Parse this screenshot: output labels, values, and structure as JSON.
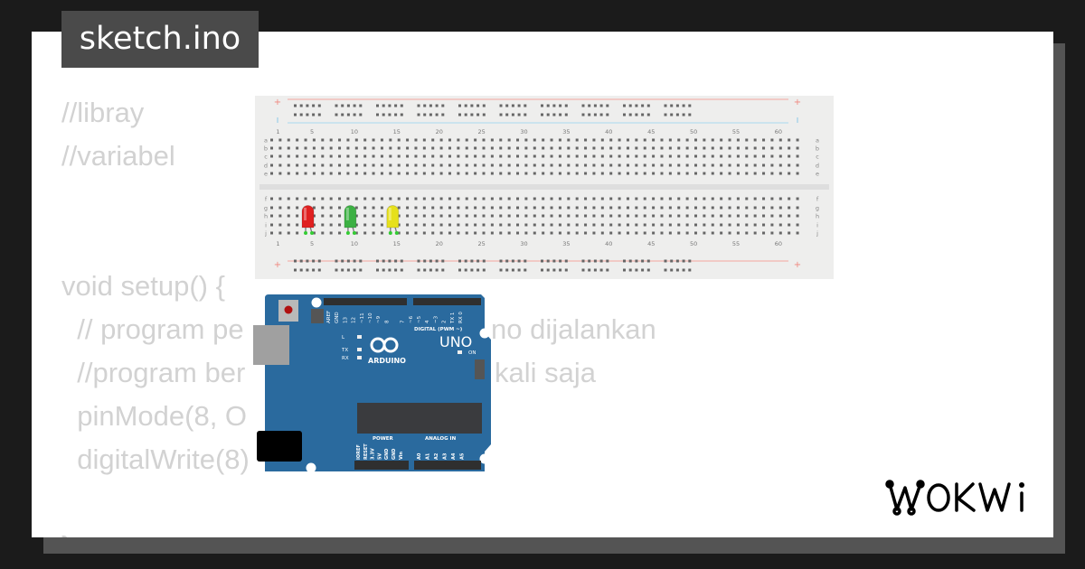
{
  "file_tab": {
    "title": "sketch.ino"
  },
  "code": {
    "lines_left": [
      "//libray",
      "//variabel",
      "",
      "",
      "void setup() {",
      "  // program pe",
      "  //program ber",
      "  pinMode(8, O",
      "  digitalWrite(8)",
      "",
      "}"
    ],
    "lines_right": [
      "",
      "",
      "",
      "",
      "",
      "no dijalankan",
      "kali saja",
      "",
      "",
      "",
      ""
    ]
  },
  "breadboard": {
    "column_labels": [
      "1",
      "5",
      "10",
      "15",
      "20",
      "25",
      "30",
      "35",
      "40",
      "45",
      "50",
      "55",
      "60"
    ],
    "row_labels_top": [
      "a",
      "b",
      "c",
      "d",
      "e"
    ],
    "row_labels_bottom": [
      "f",
      "g",
      "h",
      "i",
      "j"
    ],
    "rail_plus": "+",
    "rail_minus": "-",
    "leds": [
      {
        "color_name": "red",
        "color": "#e02020",
        "column": 5
      },
      {
        "color_name": "green",
        "color": "#3cb043",
        "column": 10
      },
      {
        "color_name": "yellow",
        "color": "#e6e01c",
        "column": 15
      }
    ]
  },
  "arduino": {
    "model": "UNO",
    "brand": "ARDUINO",
    "board_color": "#2a6a9e",
    "digital_label": "DIGITAL (PWM ~)",
    "digital_pins": [
      "AREF",
      "GND",
      "13",
      "12",
      "~11",
      "~10",
      "~9",
      "8",
      "7",
      "~6",
      "~5",
      "4",
      "~3",
      "2",
      "TX 1",
      "RX 0"
    ],
    "power_label": "POWER",
    "power_pins": [
      "IOREF",
      "RESET",
      "3.3V",
      "5V",
      "GND",
      "GND",
      "Vin"
    ],
    "analog_label": "ANALOG IN",
    "analog_pins": [
      "A0",
      "A1",
      "A2",
      "A3",
      "A4",
      "A5"
    ],
    "leds": [
      "L",
      "TX",
      "RX",
      "ON"
    ]
  },
  "brand_logo": {
    "text": "WOKWI"
  }
}
